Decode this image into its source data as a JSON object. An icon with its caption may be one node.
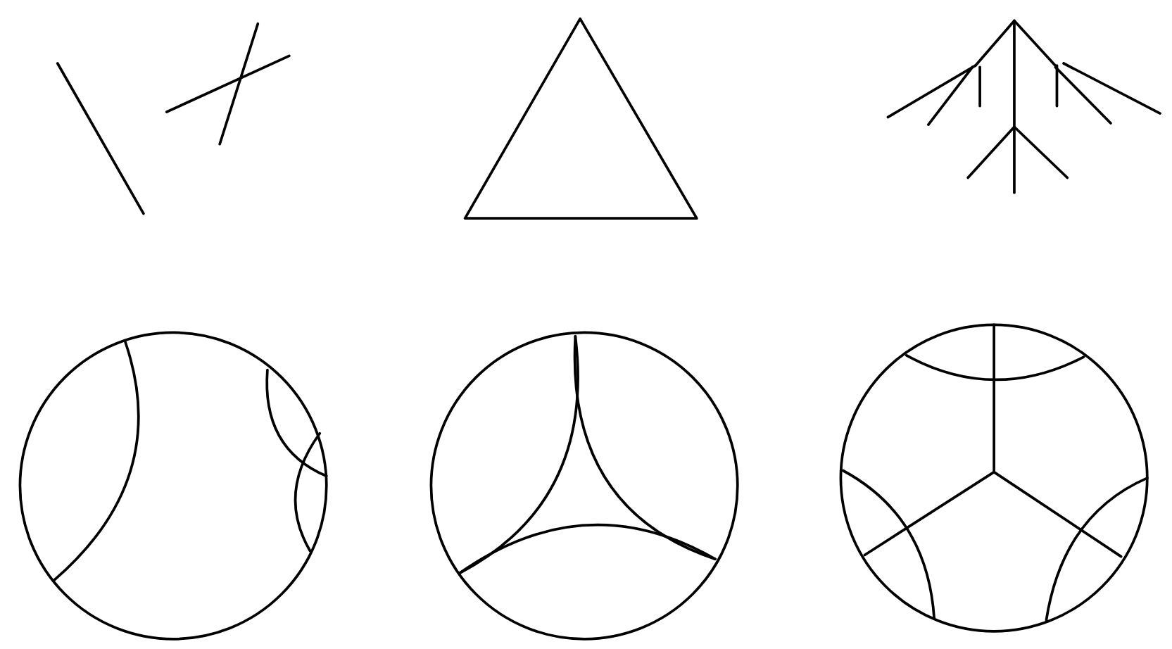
{
  "diagram": {
    "nodes": [
      {
        "text": [],
        "shape": "picture"
      },
      {
        "text": [],
        "shape": "triangle"
      },
      {
        "text": [],
        "shape": "picture"
      },
      {
        "text": [],
        "shape": "circle"
      },
      {
        "text": [],
        "shape": "circle"
      },
      {
        "text": [],
        "shape": "circle"
      }
    ]
  }
}
